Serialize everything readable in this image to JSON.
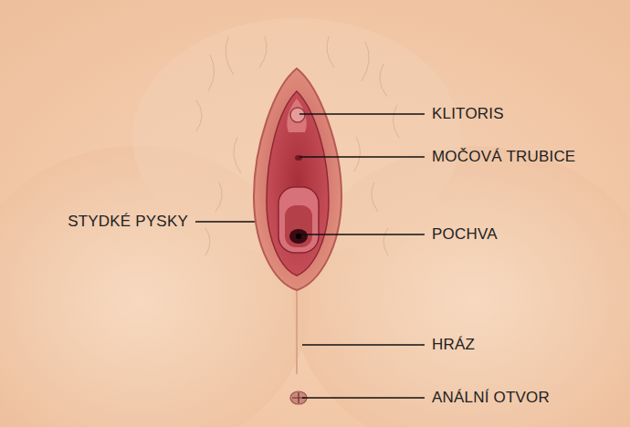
{
  "diagram": {
    "labels": [
      "KLITORIS",
      "MOČOVÁ TRUBICE",
      "STYDKÉ PYSKY",
      "POCHVA",
      "HRÁZ",
      "ANÁLNÍ OTVOR"
    ]
  }
}
